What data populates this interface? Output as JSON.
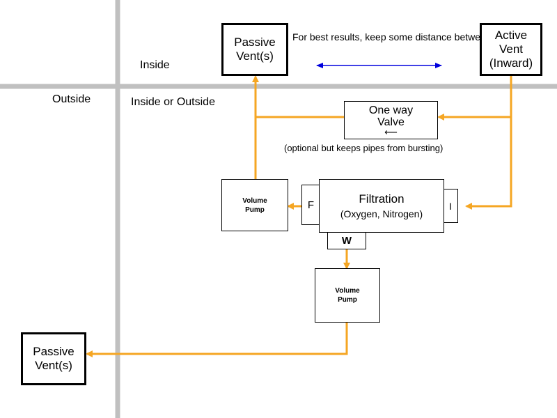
{
  "zones": {
    "inside": "Inside",
    "outside": "Outside",
    "inside_or_outside_line1": "Inside or",
    "inside_or_outside_line2": "Outside"
  },
  "note": {
    "line1": "For best results, keep",
    "line2": "some distance between these"
  },
  "passive_vent_top": {
    "line1": "Passive",
    "line2": "Vent(s)"
  },
  "active_vent": {
    "line1": "Active",
    "line2": "Vent",
    "line3": "(Inward)"
  },
  "one_way_valve": {
    "line1": "One way",
    "line2": "Valve",
    "arrow": "⟵"
  },
  "valve_note": "(optional but keeps pipes from bursting)",
  "filtration": {
    "title": "Filtration",
    "subtitle": "(Oxygen, Nitrogen)"
  },
  "ports": {
    "f": "F",
    "i": "I",
    "w": "W"
  },
  "volume_pump_upper": {
    "line1": "Volume",
    "line2": "Pump"
  },
  "volume_pump_lower": {
    "line1": "Volume",
    "line2": "Pump"
  },
  "passive_vent_bottom": {
    "line1": "Passive",
    "line2": "Vent(s)"
  },
  "colors": {
    "pipe": "#F5A623",
    "wall": "#C0C0C0",
    "distance_arrow": "#0000DD"
  }
}
